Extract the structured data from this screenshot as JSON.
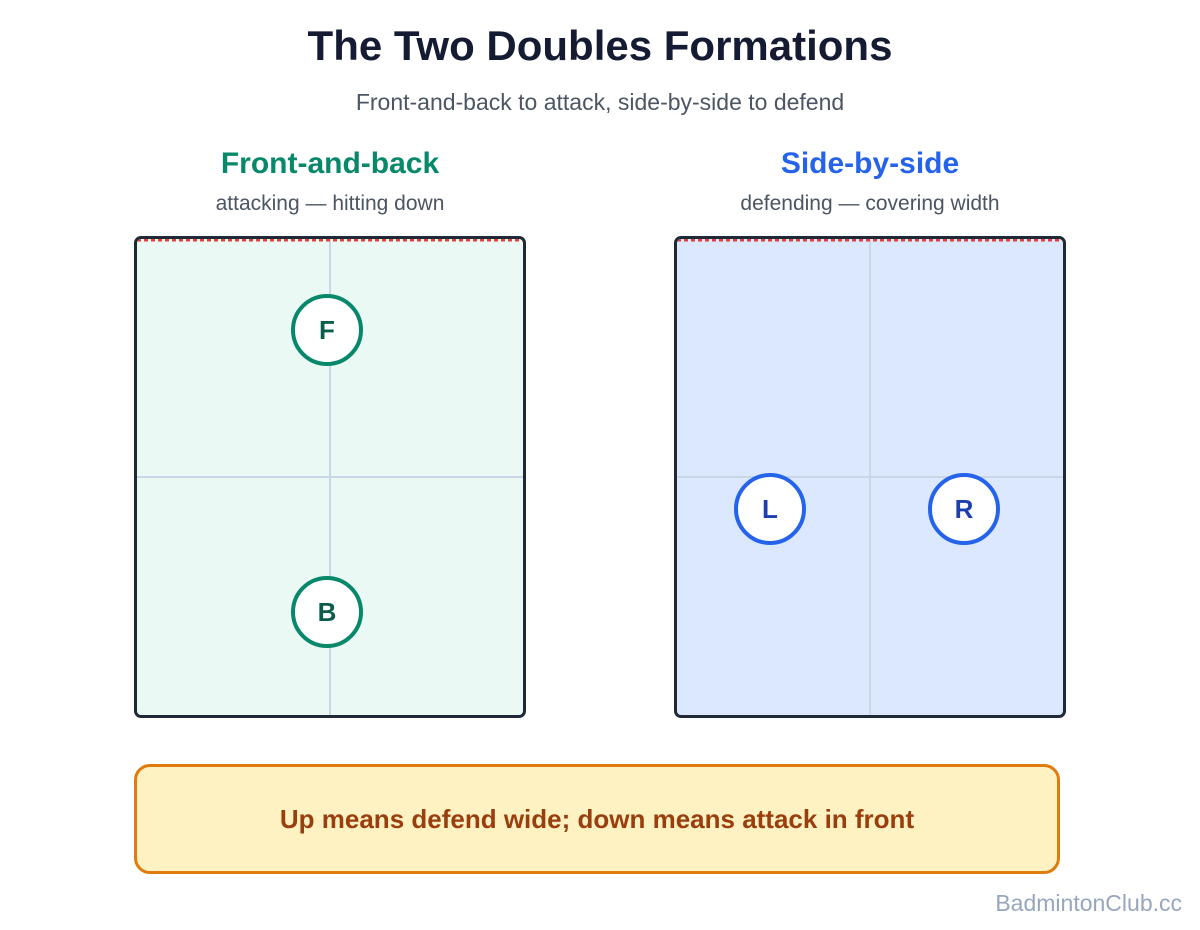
{
  "header": {
    "title": "The Two Doubles Formations",
    "subtitle": "Front-and-back to attack, side-by-side to defend"
  },
  "panels": [
    {
      "heading": "Front-and-back",
      "caption": "attacking — hitting down",
      "accent_color": "#07886a",
      "court_fill": "#ebf9f5",
      "player_text_color": "#0b5c4a",
      "players": [
        "F",
        "B"
      ]
    },
    {
      "heading": "Side-by-side",
      "caption": "defending — covering width",
      "accent_color": "#2563eb",
      "court_fill": "#dbe8fe",
      "player_text_color": "#1e40af",
      "players": [
        "L",
        "R"
      ]
    }
  ],
  "callout": {
    "text": "Up means defend wide; down means attack in front"
  },
  "watermark": "BadmintonClub.cc",
  "colors": {
    "net_line": "#e0413a",
    "court_border": "#1f2937",
    "grid_line": "#c8d6e6"
  }
}
